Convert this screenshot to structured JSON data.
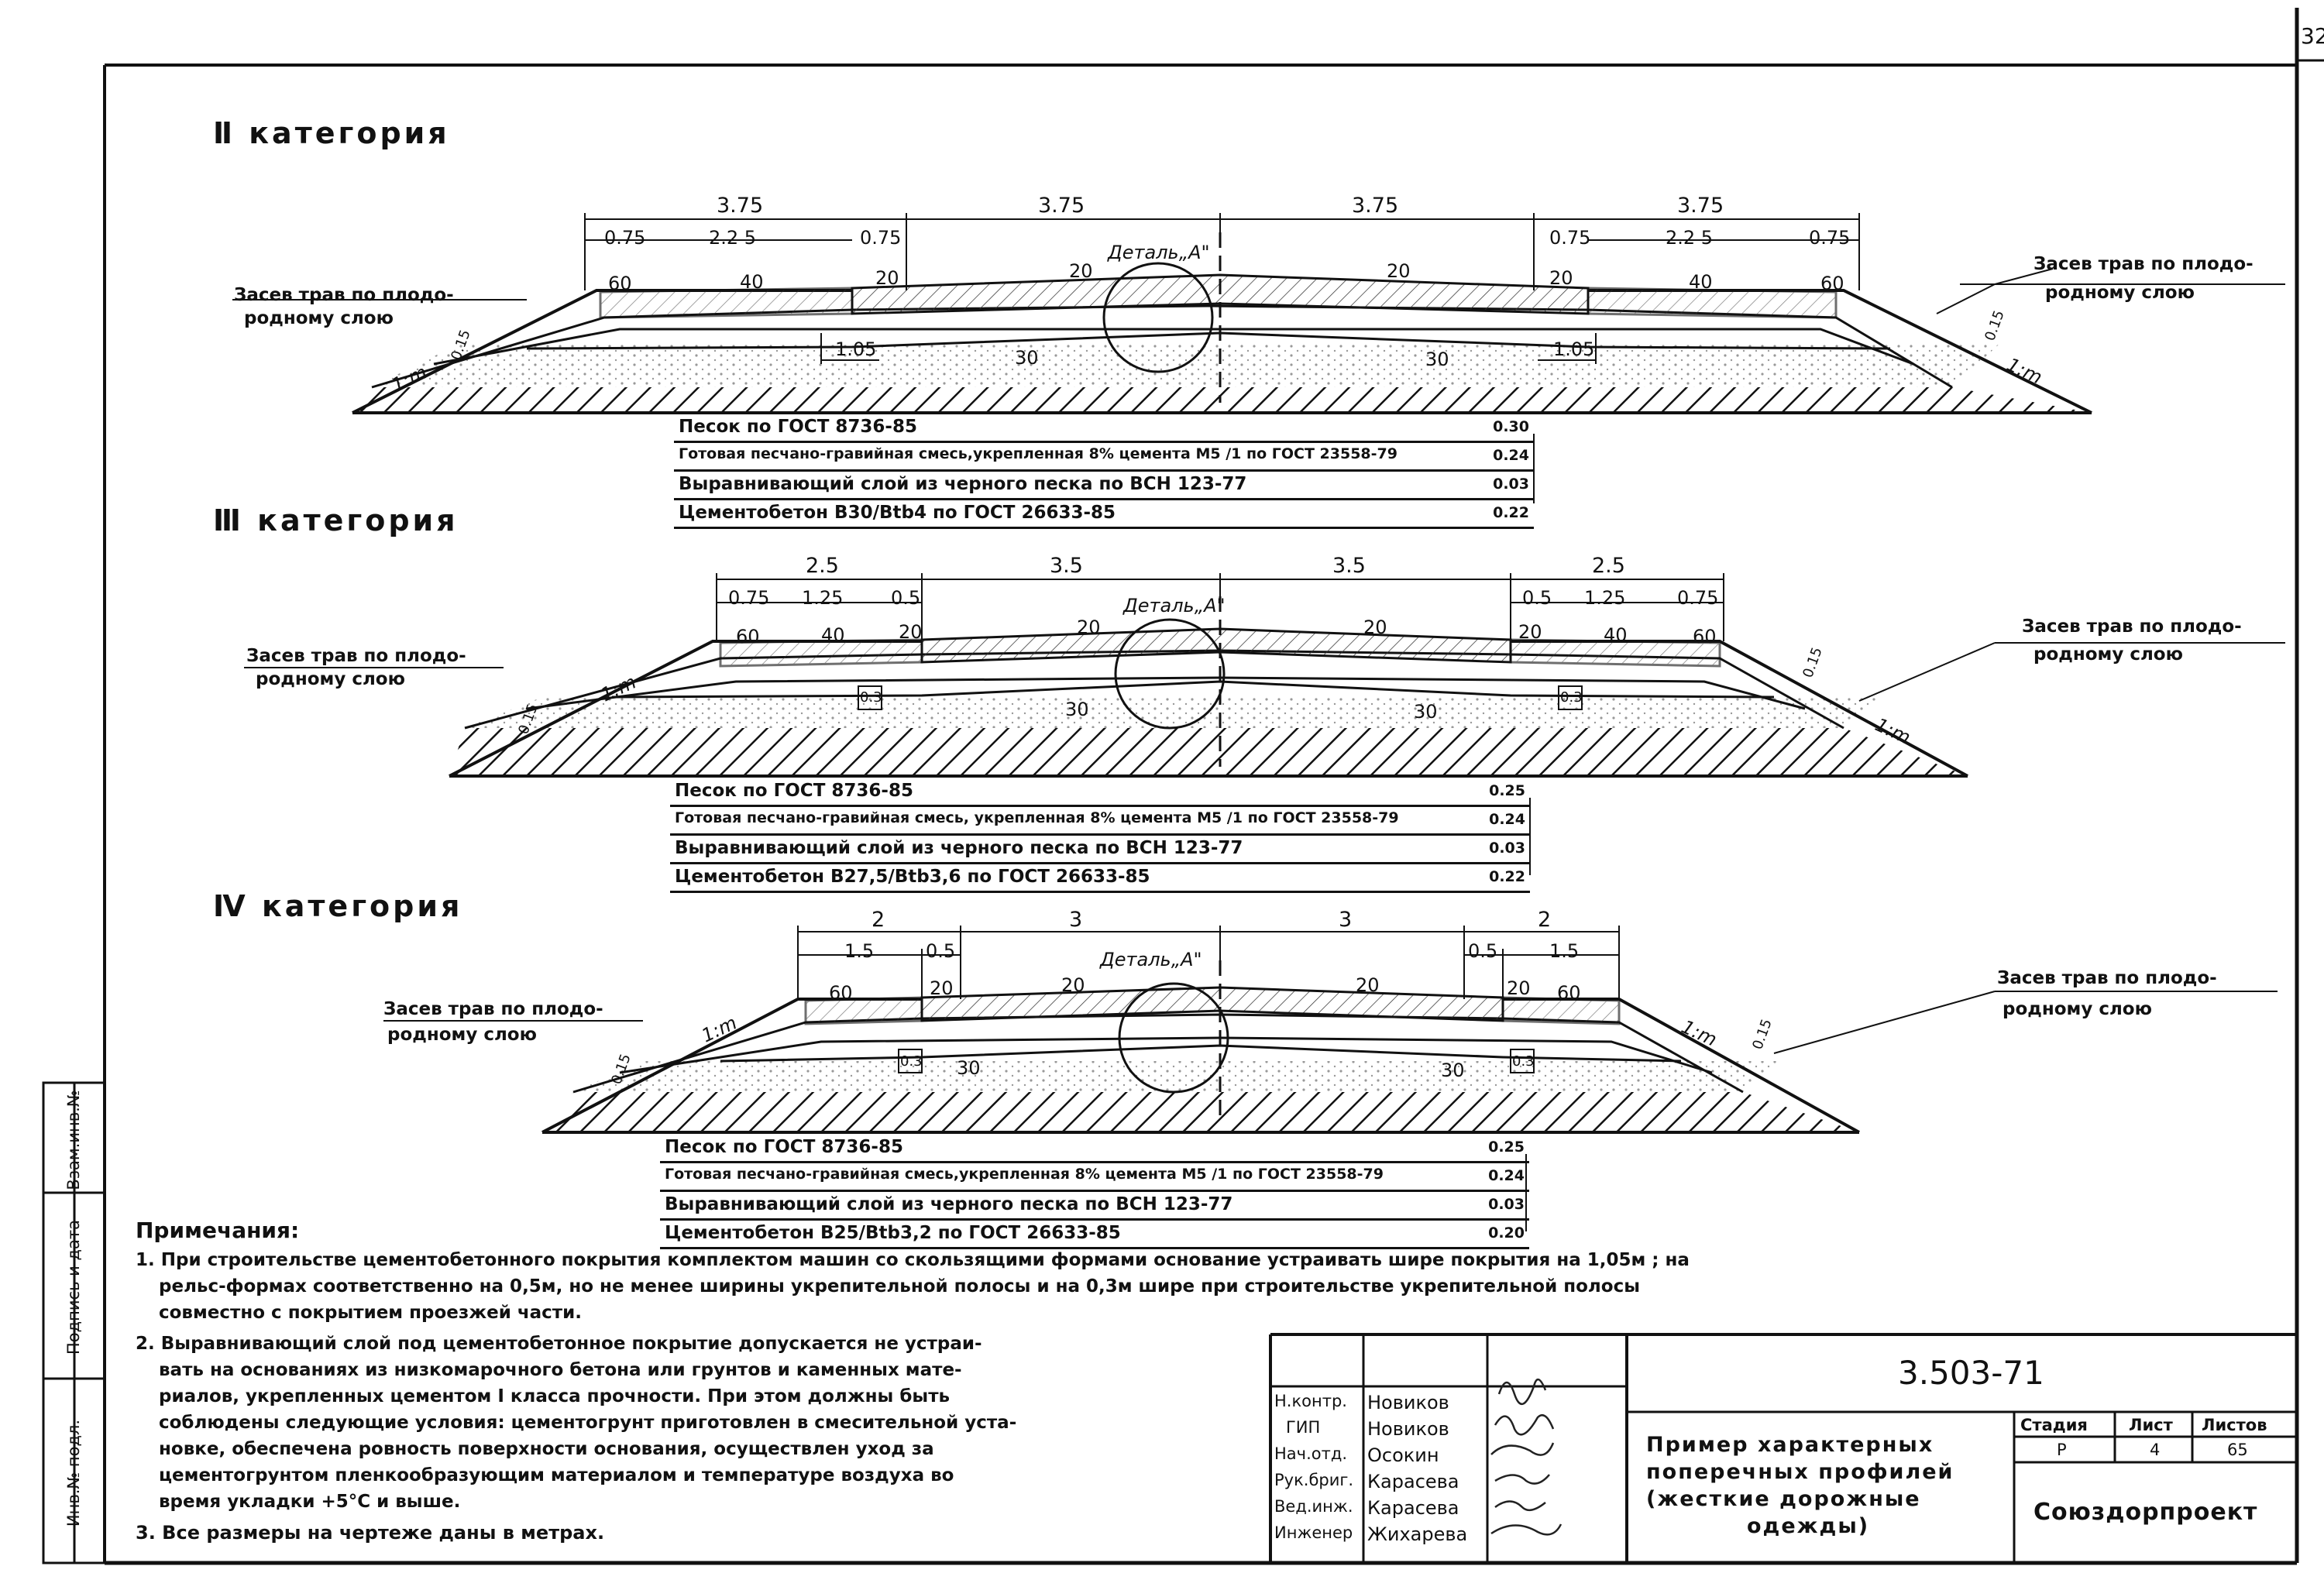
{
  "sheet_number": "32",
  "side_stamp": [
    "Инв.№ подл.",
    "Подпись и дата",
    "Взам.инв.№"
  ],
  "categories": [
    {
      "title": "Ⅱ категория",
      "dims_top": [
        "3.75",
        "3.75",
        "3.75",
        "3.75"
      ],
      "dims_sub_left": [
        "0.75",
        "2.2 5",
        "0.75"
      ],
      "dims_sub_right": [
        "0.75",
        "2.2 5",
        "0.75"
      ],
      "detail": "Деталь„А\"",
      "slopes": [
        "60",
        "40",
        "20",
        "20",
        "20",
        "20",
        "40",
        "60"
      ],
      "base_slopes": [
        "30",
        "30"
      ],
      "widen": [
        "1.05",
        "1.05"
      ],
      "thick": [
        "0.15",
        "0.15"
      ],
      "slope_label": "1:m",
      "seed_left": [
        "Засев трав по плодо-",
        "родному слою"
      ],
      "seed_right": [
        "Засев трав по плодо-",
        "родному слою"
      ],
      "layers": [
        {
          "name": "Песок по ГОСТ 8736-85",
          "value": "0.30"
        },
        {
          "name": "Готовая песчано-гравийная смесь,укрепленная 8% цемента М5 /1 по ГОСТ 23558-79",
          "value": "0.24"
        },
        {
          "name": "Выравнивающий слой из черного песка по ВСН 123-77",
          "value": "0.03"
        },
        {
          "name": "Цементобетон В30/Вtb4 по ГОСТ 26633-85",
          "value": "0.22"
        }
      ]
    },
    {
      "title": "Ⅲ категория",
      "dims_top": [
        "2.5",
        "3.5",
        "3.5",
        "2.5"
      ],
      "dims_sub_left": [
        "0.75",
        "1.25",
        "0.5"
      ],
      "dims_sub_right": [
        "0.5",
        "1.25",
        "0.75"
      ],
      "detail": "Деталь„А\"",
      "slopes": [
        "60",
        "40",
        "20",
        "20",
        "20",
        "20",
        "40",
        "60"
      ],
      "base_slopes": [
        "30",
        "30"
      ],
      "widen": [
        "0.3",
        "0.3"
      ],
      "thick": [
        "0.15",
        "0.15"
      ],
      "slope_label": "1:m",
      "seed_left": [
        "Засев трав по плодо-",
        "родному слою"
      ],
      "seed_right": [
        "Засев трав по плодо-",
        "родному слою"
      ],
      "layers": [
        {
          "name": "Песок по ГОСТ 8736-85",
          "value": "0.25"
        },
        {
          "name": "Готовая песчано-гравийная смесь, укрепленная 8% цемента М5 /1 по ГОСТ 23558-79",
          "value": "0.24"
        },
        {
          "name": "Выравнивающий слой из черного песка по ВСН 123-77",
          "value": "0.03"
        },
        {
          "name": "Цементобетон В27,5/Вtb3,6 по ГОСТ 26633-85",
          "value": "0.22"
        }
      ]
    },
    {
      "title": "Ⅳ категория",
      "dims_top": [
        "2",
        "3",
        "3",
        "2"
      ],
      "dims_sub_left": [
        "1.5",
        "0.5"
      ],
      "dims_sub_right": [
        "0.5",
        "1.5"
      ],
      "detail": "Деталь„А\"",
      "slopes": [
        "60",
        "20",
        "20",
        "20",
        "20",
        "60"
      ],
      "base_slopes": [
        "30",
        "30"
      ],
      "widen": [
        "0.3",
        "0.3"
      ],
      "thick": [
        "0.15",
        "0.15"
      ],
      "slope_label": "1:m",
      "seed_left": [
        "Засев трав по плодо-",
        "родному слою"
      ],
      "seed_right": [
        "Засев трав по плодо-",
        "родному слою"
      ],
      "layers": [
        {
          "name": "Песок по ГОСТ 8736-85",
          "value": "0.25"
        },
        {
          "name": "Готовая песчано-гравийная смесь,укрепленная 8% цемента М5 /1 по ГОСТ 23558-79",
          "value": "0.24"
        },
        {
          "name": "Выравнивающий слой из черного песка по ВСН 123-77",
          "value": "0.03"
        },
        {
          "name": "Цементобетон В25/Вtb3,2 по ГОСТ 26633-85",
          "value": "0.20"
        }
      ]
    }
  ],
  "notes": {
    "title": "Примечания:",
    "lines": [
      "1. При строительстве цементобетонного покрытия комплектом машин со скользящими формами основание устраивать шире покрытия на 1,05м ; на",
      "рельс-формах соответственно на 0,5м, но не менее ширины укрепительной полосы и на 0,3м шире при строительстве укрепительной полосы",
      "совместно с покрытием проезжей части.",
      "2. Выравнивающий слой под цементобетонное покрытие допускается не устраи-",
      "вать на основаниях из низкомарочного бетона или грунтов и каменных мате-",
      "риалов, укрепленных цементом I класса прочности. При этом должны быть",
      "соблюдены следующие условия: цементогрунт приготовлен в смесительной уста-",
      "новке, обеспечена ровность поверхности основания, осуществлен уход за",
      "цементогрунтом пленкообразующим материалом и температуре воздуха во",
      "время укладки +5°С и выше.",
      "3. Все размеры на чертеже даны в метрах."
    ]
  },
  "stamp": {
    "code": "3.503-71",
    "roles": [
      {
        "role": "Н.контр.",
        "name": "Новиков"
      },
      {
        "role": "ГИП",
        "name": "Новиков"
      },
      {
        "role": "Нач.отд.",
        "name": "Осокин"
      },
      {
        "role": "Рук.бриг.",
        "name": "Карасева"
      },
      {
        "role": "Вед.инж.",
        "name": "Карасева"
      },
      {
        "role": "Инженер",
        "name": "Жихарева"
      }
    ],
    "title_lines": [
      "Пример характерных",
      "поперечных профилей",
      "(жесткие дорожные",
      "одежды)"
    ],
    "stage_label": "Стадия",
    "sheet_label": "Лист",
    "sheets_label": "Листов",
    "stage": "Р",
    "sheet": "4",
    "sheets": "65",
    "org": "Союздорпроект"
  }
}
